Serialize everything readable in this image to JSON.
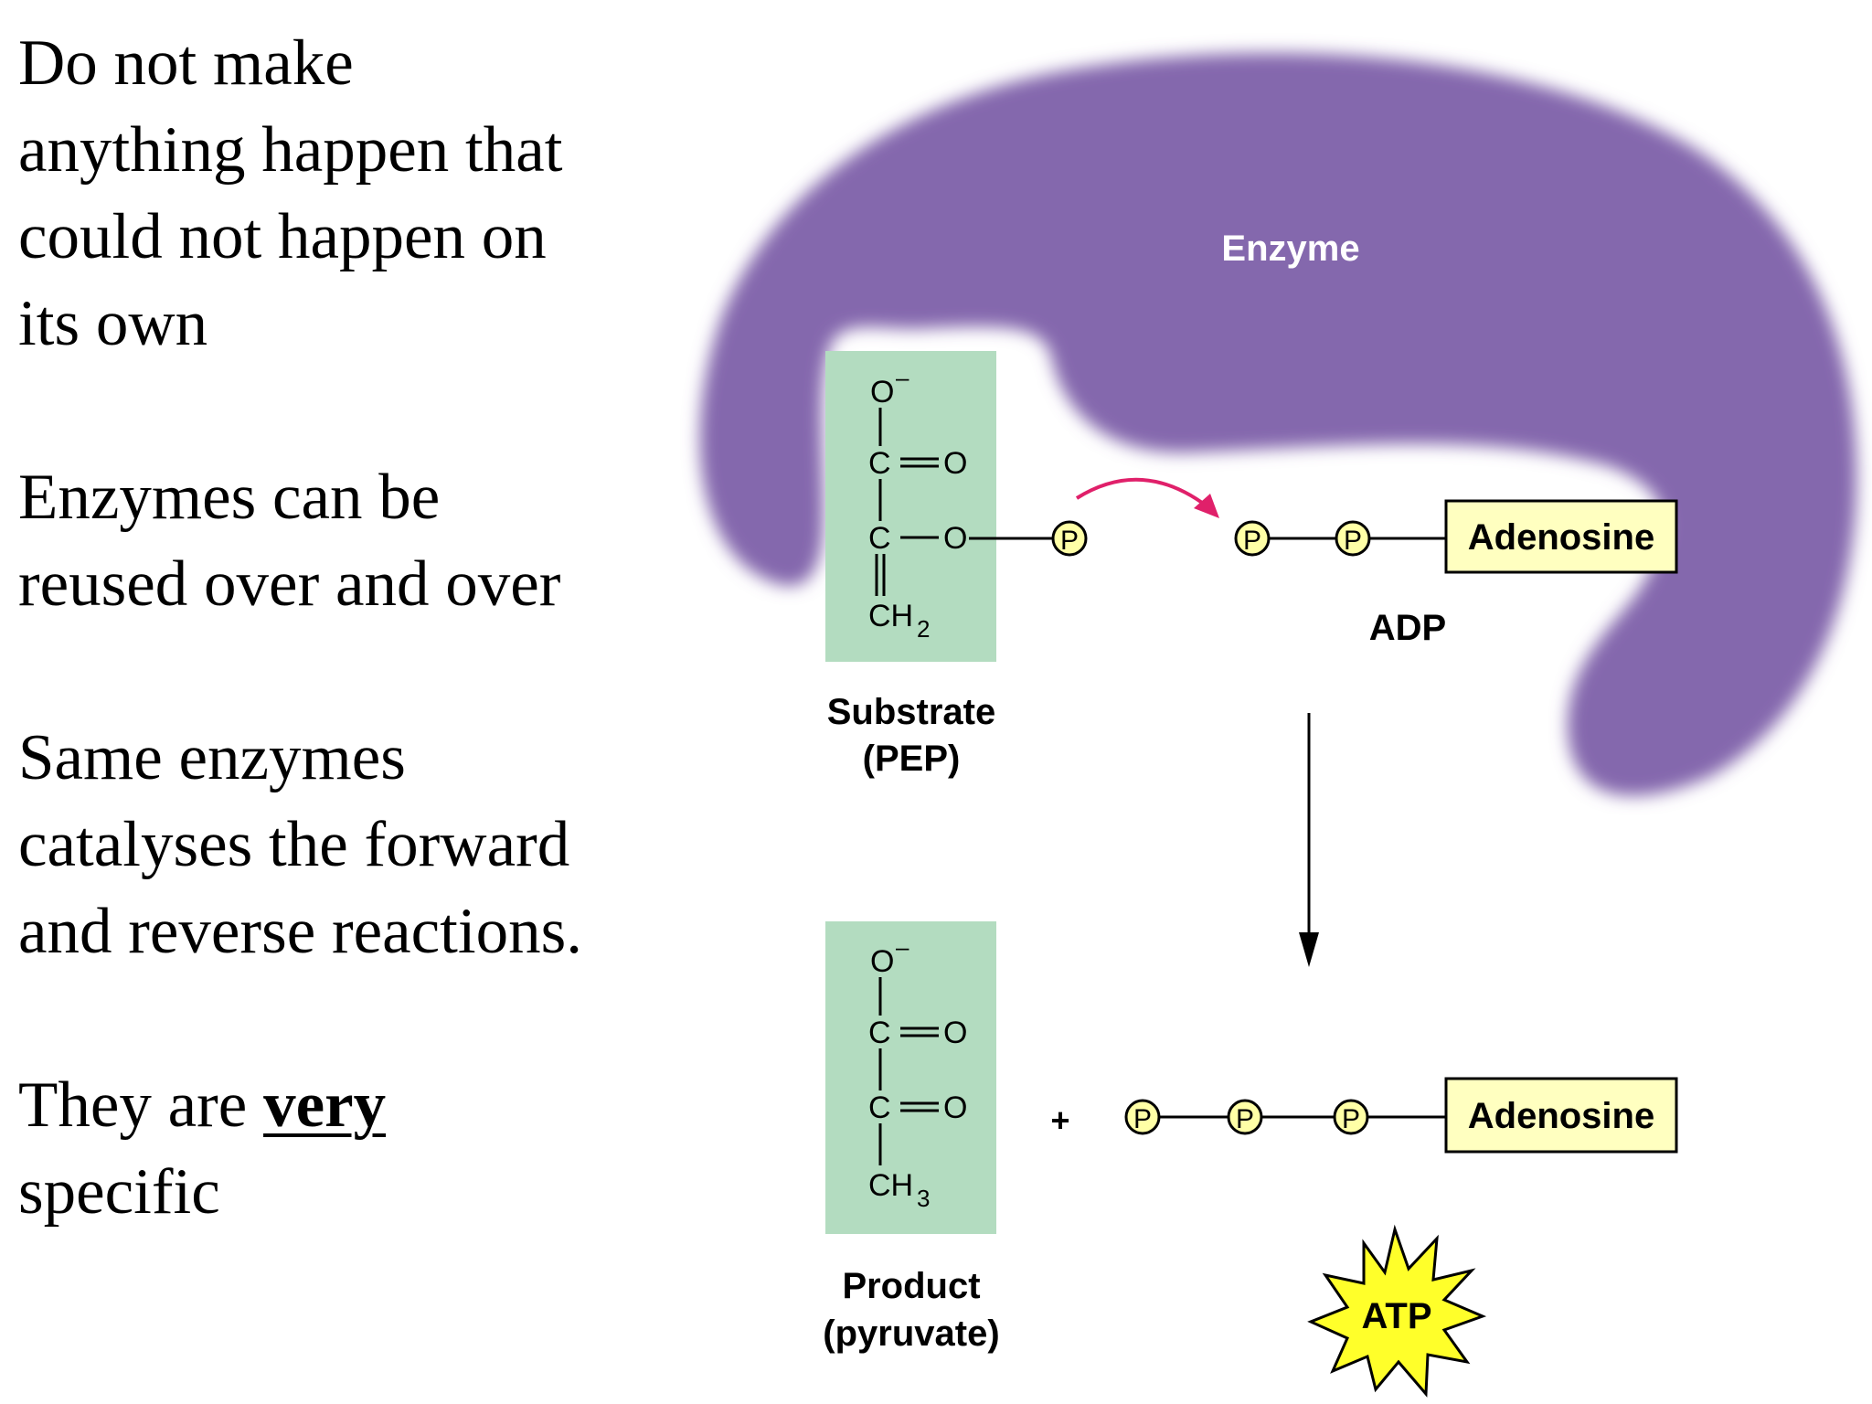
{
  "bullets": [
    {
      "lines": [
        "Do not make",
        "anything happen that",
        "could not happen on",
        "its own"
      ]
    },
    {
      "lines": [
        "Enzymes can be",
        "reused over and over"
      ]
    },
    {
      "lines": [
        "Same enzymes",
        "catalyses the forward",
        "and reverse reactions."
      ]
    },
    {
      "lines_prefix": "They are ",
      "emphasis": "very",
      "line2": "specific"
    }
  ],
  "diagram": {
    "enzyme_label": "Enzyme",
    "substrate": {
      "atoms": {
        "o_minus": "O",
        "minus": "–",
        "c1": "C",
        "o1": "O",
        "c2": "C",
        "o2": "O",
        "ch": "CH",
        "sub": "2"
      },
      "caption_line1": "Substrate",
      "caption_line2": "(PEP)"
    },
    "phosphate_symbol": "P",
    "adenosine": "Adenosine",
    "adp_label": "ADP",
    "product": {
      "atoms": {
        "o_minus": "O",
        "minus": "–",
        "c1": "C",
        "o1": "O",
        "c2": "C",
        "o2": "O",
        "ch": "CH",
        "sub": "3"
      },
      "caption_line1": "Product",
      "caption_line2": "(pyruvate)"
    },
    "plus": "+",
    "atp_label": "ATP",
    "colors": {
      "enzyme": "#8467ad",
      "molecule_box": "#b3dcc0",
      "adenosine_box": "#ffffc0",
      "phosphate": "#ffffa6",
      "curved_arrow": "#e0206a",
      "atp_star": "#ffff2a"
    }
  }
}
